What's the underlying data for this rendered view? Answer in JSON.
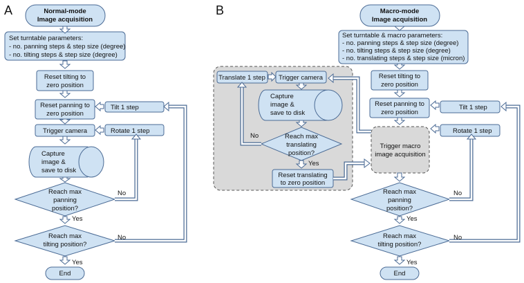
{
  "panelA": {
    "letter": "A",
    "header": [
      "Normal-mode",
      "Image acquisition"
    ],
    "set_params": [
      "Set turntable parameters:",
      "- no. panning steps & step size (degree)",
      "- no. tilting steps & step size (degree)"
    ],
    "reset_tilt": [
      "Reset tilting to",
      "zero position"
    ],
    "reset_pan": [
      "Reset panning to",
      "zero position"
    ],
    "trigger": "Trigger camera",
    "capture": [
      "Capture",
      "image &",
      "save to disk"
    ],
    "pan_q": [
      "Reach max",
      "panning",
      "position?"
    ],
    "tilt_q": [
      "Reach max",
      "tilting position?"
    ],
    "end": "End",
    "tilt1": "Tilt 1 step",
    "rotate1": "Rotate 1 step",
    "yes": "Yes",
    "no": "No"
  },
  "panelB": {
    "letter": "B",
    "header": [
      "Macro-mode",
      "Image acquisition"
    ],
    "set_params": [
      "Set turntable & macro parameters:",
      "- no. panning steps & step size (degree)",
      "- no. tilting steps & step size (degree)",
      "- no. translating steps & step size (micron)"
    ],
    "reset_tilt": [
      "Reset tilting to",
      "zero position"
    ],
    "reset_pan": [
      "Reset panning to",
      "zero position"
    ],
    "macro": [
      "Trigger macro",
      "image acquisition"
    ],
    "pan_q": [
      "Reach max",
      "panning",
      "position?"
    ],
    "tilt_q": [
      "Reach max",
      "tilting position?"
    ],
    "end": "End",
    "tilt1": "Tilt 1 step",
    "rotate1": "Rotate 1 step",
    "translate1": "Translate 1 step",
    "trigger": "Trigger camera",
    "capture": [
      "Capture",
      "image &",
      "save to disk"
    ],
    "trans_q": [
      "Reach max",
      "translating",
      "position?"
    ],
    "reset_trans": [
      "Reset translating",
      "to zero position"
    ],
    "yes": "Yes",
    "no": "No"
  },
  "colors": {
    "fill": "#cfe2f3",
    "stroke": "#4a6a94",
    "gray": "#d9d9d9",
    "gray_stroke": "#555555"
  }
}
